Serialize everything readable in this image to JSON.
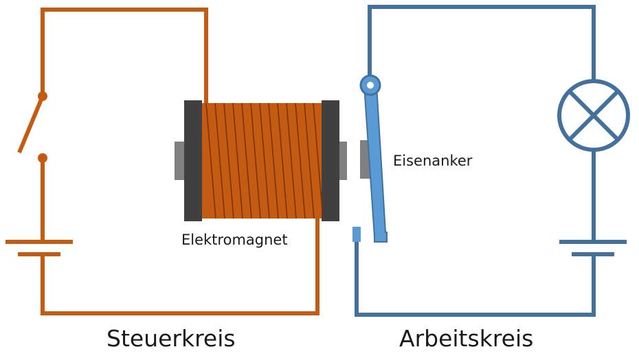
{
  "labels": {
    "elektromagnet": "Elektromagnet",
    "eisenanker": "Eisenanker",
    "steuerkreis": "Steuerkreis",
    "arbeitskreis": "Arbeitskreis"
  },
  "colors": {
    "control_circuit": "#C55A11",
    "work_circuit": "#41719C",
    "armature_bar": "#5B9BD5",
    "coil_cap": "#404040",
    "core": "#808080"
  }
}
